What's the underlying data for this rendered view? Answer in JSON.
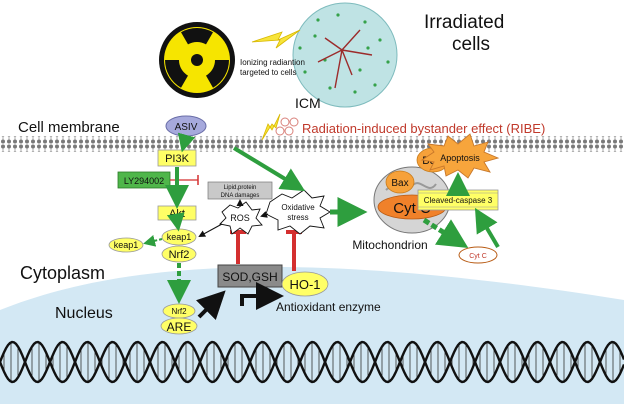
{
  "header": {
    "irradiated_cells": [
      "Irradiated",
      "cells"
    ],
    "ionizing_radiation": [
      "Ionizing radiantion",
      "targeted to cells"
    ],
    "icm": "ICM",
    "ribe": "Radiation-induced bystander effect (RIBE)"
  },
  "regions": {
    "cell_membrane": "Cell membrane",
    "cytoplasm": "Cytoplasm",
    "nucleus": "Nucleus"
  },
  "nodes": {
    "asiv": "ASIV",
    "pi3k": "PI3K",
    "ly294002": "LY294002",
    "akt": "Akt",
    "keap1": "keap1",
    "keap1_released": "keap1",
    "nrf2": "Nrf2",
    "nrf2_nuclear": "Nrf2",
    "are": "ARE",
    "lipid_damage": [
      "Lipid,protein",
      "DNA damages"
    ],
    "ros": "ROS",
    "oxidative_stress": [
      "Oxidative",
      "stress"
    ],
    "sod_gsh": "SOD,GSH",
    "ho1": "HO-1",
    "antioxidant_enzyme": "Antioxidant enzyme",
    "bcl2": "Bcl2",
    "bax": "Bax",
    "cyt_c": "Cyt C",
    "mitochondrion": "Mitochondrion",
    "apoptosis": "Apoptosis",
    "cleaved_caspase3": "Cleaved-caspase 3",
    "cyt_c_released": "Cyt C"
  },
  "colors": {
    "membrane_blue": "#c6e2f2",
    "nucleus_blue": "#d3e8f4",
    "cell_teal": "#bfe3e4",
    "node_yellow": "#ffff66",
    "arrow_green": "#2e9e3e",
    "inhibit_red": "#d42f2f",
    "ribe_red": "#c0392b",
    "inhibitor_green": "#4fb64a",
    "cyt_orange": "#f0812a",
    "protein_orange": "#f6a13a",
    "apoptosis_orange": "#f7a53c",
    "sod_gray": "#8a8a8a",
    "asiv_purple": "#a6a9dc"
  },
  "icons": {
    "radiation": "radiation-hazard-icon",
    "lightning": "lightning-bolt-icon",
    "dna": "dna-helix-icon",
    "mitochondrion": "mitochondrion-icon"
  }
}
